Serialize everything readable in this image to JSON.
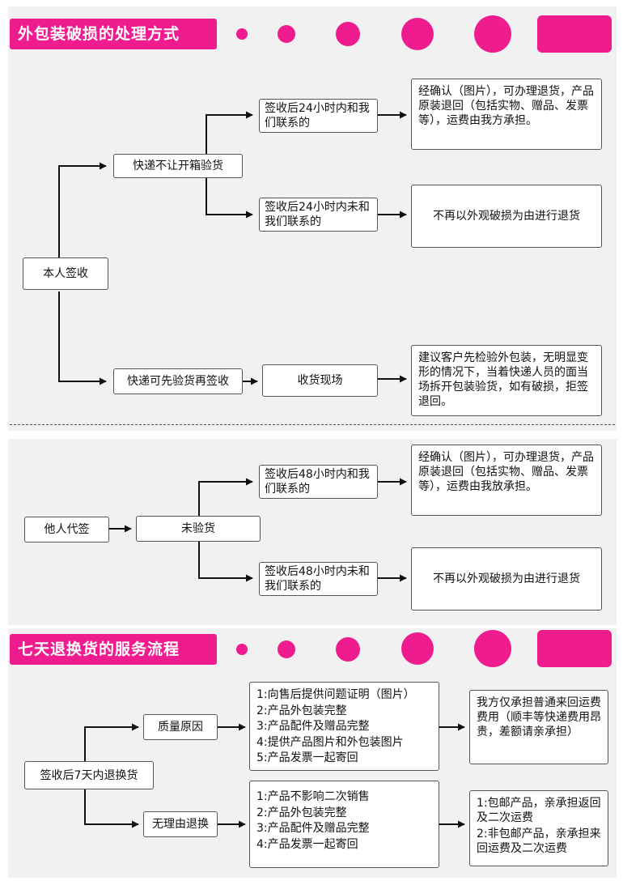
{
  "section1": {
    "title": "外包装破损的处理方式",
    "self_sign": "本人签收",
    "courier_no_open": "快递不让开箱验货",
    "within_24": "签收后24小时内和我们联系的",
    "after_24": "签收后24小时内未和我们联系的",
    "result_confirm": "经确认（图片），可办理退货，产品原装退回（包括实物、赠品、发票等），运费由我方承担。",
    "result_no_return": "不再以外观破损为由进行退货",
    "courier_can_inspect": "快递可先验货再签收",
    "receive_on_site": "收货现场",
    "result_advice": "建议客户先检验外包装，无明显变形的情况下，当着快递人员的面当场拆开包装验货，如有破损，拒签退回。"
  },
  "section2": {
    "other_sign": "他人代签",
    "not_inspected": "未验货",
    "within_48": "签收后48小时内和我们联系的",
    "after_48": "签收后48小时内未和我们联系的",
    "result_confirm": "经确认（图片），可办理退货，产品原装退回（包括实物、赠品、发票等），运费由我放承担。",
    "result_no_return": "不再以外观破损为由进行退货"
  },
  "section3": {
    "title": "七天退换货的服务流程",
    "root": "签收后7天内退换货",
    "quality_reason": "质量原因",
    "no_reason": "无理由退换",
    "quality_list": [
      "1:向售后提供问题证明（图片）",
      "2:产品外包装完整",
      "3:产品配件及赠品完整",
      "4:提供产品图片和外包装图片",
      "5:产品发票一起寄回"
    ],
    "no_reason_list": [
      "1:产品不影响二次销售",
      "2:产品外包装完整",
      "3:产品配件及赠品完整",
      "4:产品发票一起寄回"
    ],
    "quality_shipping": "我方仅承担普通来回运费费用（顺丰等快递费用昂贵，差额请亲承担）",
    "no_reason_shipping_1": "1:包邮产品，亲承担返回及二次运费",
    "no_reason_shipping_2": "2:非包邮产品，亲承担来回运费及二次运费"
  },
  "colors": {
    "accent": "#ee1c8f",
    "panel": "#f1f1f1",
    "line": "#111111"
  }
}
